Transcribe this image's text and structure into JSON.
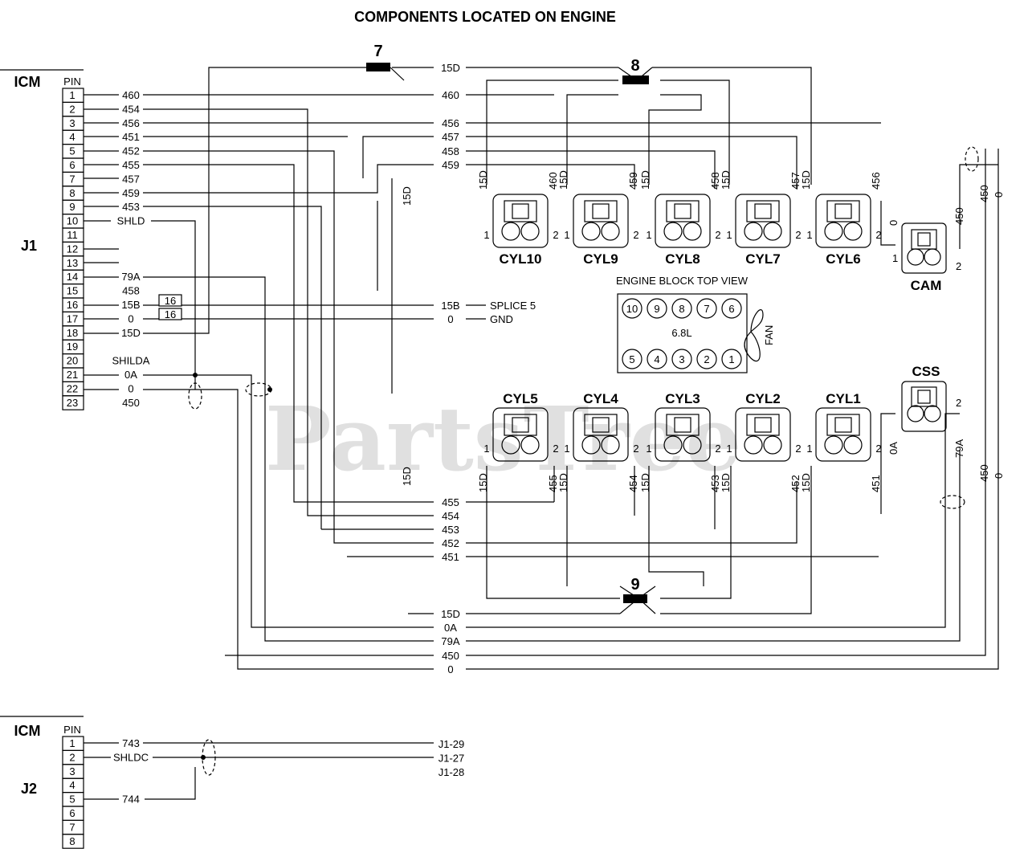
{
  "title": "COMPONENTS LOCATED ON ENGINE",
  "watermark": "PartsTree",
  "j1": {
    "icm_label": "ICM",
    "conn_label": "J1",
    "pin_header": "PIN",
    "pins": [
      "1",
      "2",
      "3",
      "4",
      "5",
      "6",
      "7",
      "8",
      "9",
      "10",
      "11",
      "12",
      "13",
      "14",
      "15",
      "16",
      "17",
      "18",
      "19",
      "20",
      "21",
      "22",
      "23"
    ],
    "wires": [
      "460",
      "454",
      "456",
      "451",
      "452",
      "455",
      "457",
      "459",
      "453",
      "SHLD",
      "",
      "",
      "",
      "79A",
      "458",
      "15B",
      "0",
      "15D",
      "",
      "SHILDA",
      "0A",
      "0",
      "450"
    ]
  },
  "j2": {
    "icm_label": "ICM",
    "conn_label": "J2",
    "pin_header": "PIN",
    "pins": [
      "1",
      "2",
      "3",
      "4",
      "5",
      "6",
      "7",
      "8"
    ],
    "wires": [
      "743",
      "SHLDC",
      "",
      "",
      "744",
      "",
      "",
      ""
    ],
    "refs": [
      "J1-29",
      "J1-27",
      "J1-28"
    ]
  },
  "splices": [
    "7",
    "8",
    "9"
  ],
  "boxes16": [
    "16",
    "16"
  ],
  "splice5_label": "SPLICE 5",
  "gnd_label": "GND",
  "top_wire_labels": [
    "15D",
    "460",
    "456",
    "457",
    "458",
    "459"
  ],
  "bottom_wire_labels": [
    "455",
    "454",
    "453",
    "452",
    "451",
    "15D",
    "0A",
    "79A",
    "450",
    "0"
  ],
  "mid_wire_labels": [
    "15B",
    "0"
  ],
  "upper_cyl": [
    {
      "name": "CYL10",
      "left": "15D",
      "right": "460"
    },
    {
      "name": "CYL9",
      "left": "15D",
      "right": "459"
    },
    {
      "name": "CYL8",
      "left": "15D",
      "right": "458"
    },
    {
      "name": "CYL7",
      "left": "15D",
      "right": "457"
    },
    {
      "name": "CYL6",
      "left": "15D",
      "right": "456"
    }
  ],
  "lower_cyl": [
    {
      "name": "CYL5",
      "left": "15D",
      "right": "455"
    },
    {
      "name": "CYL4",
      "left": "15D",
      "right": "454"
    },
    {
      "name": "CYL3",
      "left": "15D",
      "right": "453"
    },
    {
      "name": "CYL2",
      "left": "15D",
      "right": "452"
    },
    {
      "name": "CYL1",
      "left": "15D",
      "right": "451"
    }
  ],
  "pin1": "1",
  "pin2": "2",
  "stray_15d": "15D",
  "cam": {
    "name": "CAM",
    "left": "0",
    "right": "450"
  },
  "css": {
    "name": "CSS",
    "left": "0A",
    "right": "79A"
  },
  "side_labels": {
    "w450": "450",
    "w0": "0"
  },
  "engine_block": {
    "title": "ENGINE BLOCK TOP VIEW",
    "displacement": "6.8L",
    "fan": "FAN",
    "top_row": [
      "10",
      "9",
      "8",
      "7",
      "6"
    ],
    "bottom_row": [
      "5",
      "4",
      "3",
      "2",
      "1"
    ]
  }
}
